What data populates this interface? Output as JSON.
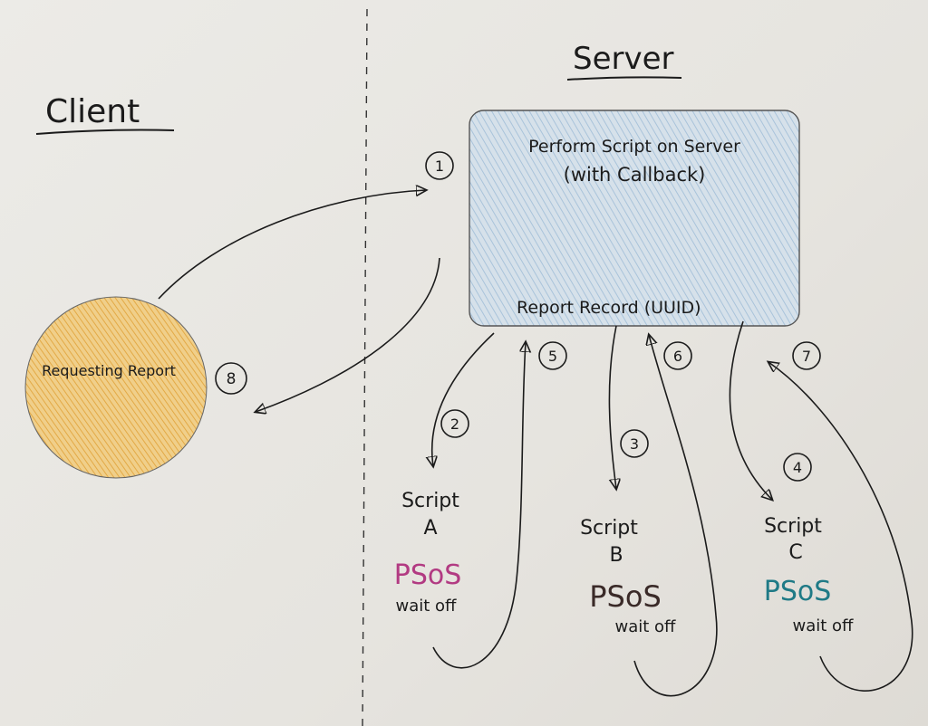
{
  "client": {
    "title": "Client",
    "node_label": "Requesting Report"
  },
  "server": {
    "title": "Server",
    "box_title": "Perform Script on Server",
    "box_subtitle": "(with Callback)",
    "box_footer": "Report Record (UUID)"
  },
  "steps": [
    "1",
    "2",
    "3",
    "4",
    "5",
    "6",
    "7",
    "8"
  ],
  "scripts": [
    {
      "name": "Script",
      "letter": "A",
      "psos": "PSoS",
      "mode": "wait off",
      "color": "#b23a82"
    },
    {
      "name": "Script",
      "letter": "B",
      "psos": "PSoS",
      "mode": "wait off",
      "color": "#3a2a28"
    },
    {
      "name": "Script",
      "letter": "C",
      "psos": "PSoS",
      "mode": "wait off",
      "color": "#1f7a86"
    }
  ],
  "colors": {
    "server_box": "#c9d8e6",
    "client_node": "#e9b85a",
    "ink": "#1b1b1b"
  }
}
